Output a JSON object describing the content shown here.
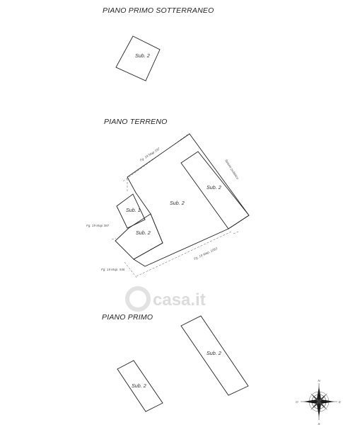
{
  "floors": {
    "basement": {
      "title": "PIANO PRIMO SOTTERRANEO",
      "sub2": "Sub. 2"
    },
    "ground": {
      "title": "PIANO TERRENO",
      "sub1": "Sub. 1",
      "sub2_main": "Sub. 2",
      "sub2_small": "Sub. 2",
      "sub2_right": "Sub. 2",
      "label_top": "Fg. 19 Map 337",
      "label_right": "Spazio pubblico",
      "label_left": "Fg. 19 Map 387",
      "label_bottom_right": "Fg. 19 Map. 1063",
      "label_bottom_left": "Fg. 19 Map. 936"
    },
    "first": {
      "title": "PIANO PRIMO",
      "sub2_left": "Sub. 2",
      "sub2_right": "Sub. 2"
    }
  },
  "watermark": "casa.it",
  "compass": {
    "n": "N",
    "s": "S",
    "e": "E",
    "o": "O"
  }
}
